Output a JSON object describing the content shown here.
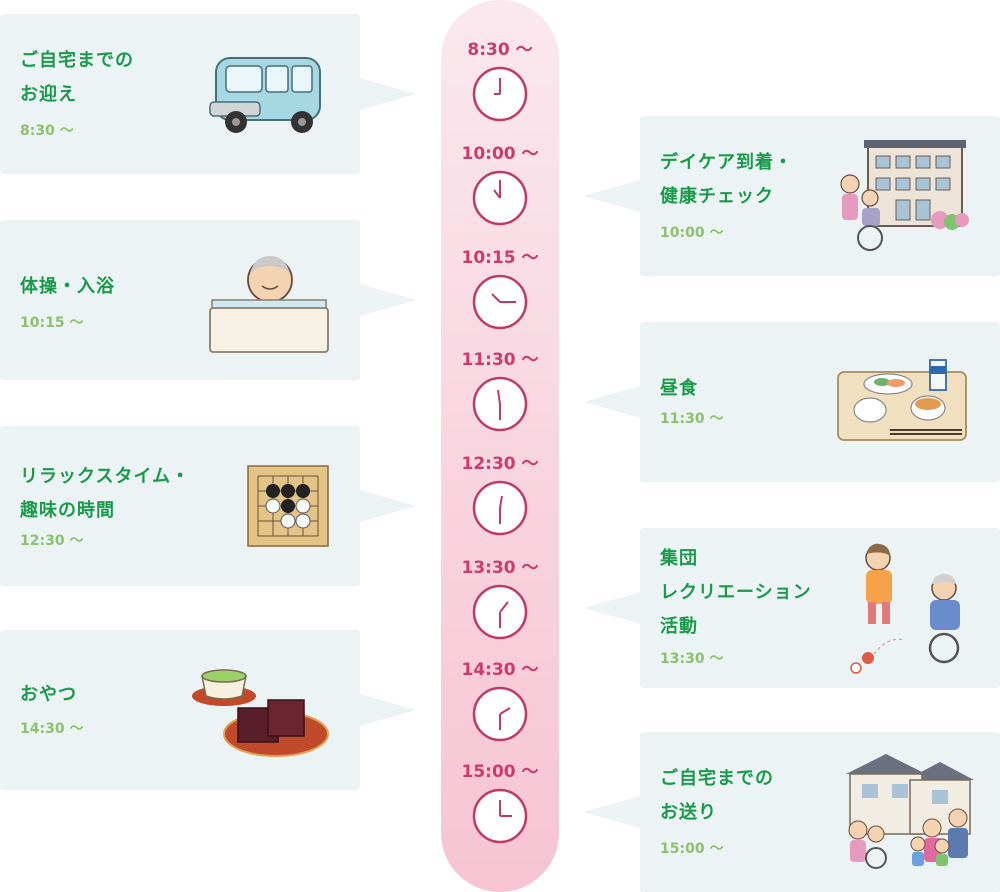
{
  "schedule": [
    {
      "title": "ご自宅までの\nお迎え",
      "time": "8:30 〜",
      "illustration": "van-icon"
    },
    {
      "title": "デイケア到着・\n健康チェック",
      "time": "10:00 〜",
      "illustration": "care-facility-icon"
    },
    {
      "title": "体操・入浴",
      "time": "10:15 〜",
      "illustration": "bath-icon"
    },
    {
      "title": "昼食",
      "time": "11:30 〜",
      "illustration": "lunch-tray-icon"
    },
    {
      "title": "リラックスタイム・\n趣味の時間",
      "time": "12:30 〜",
      "illustration": "go-board-icon"
    },
    {
      "title": "集団\nレクリエーション\n活動",
      "time": "13:30 〜",
      "illustration": "recreation-ball-icon"
    },
    {
      "title": "おやつ",
      "time": "14:30 〜",
      "illustration": "tea-and-sweets-icon"
    },
    {
      "title": "ご自宅までの\nお送り",
      "time": "15:00 〜",
      "illustration": "family-house-icon"
    }
  ],
  "timeline": {
    "labels": [
      "8:30 〜",
      "10:00 〜",
      "10:15 〜",
      "11:30 〜",
      "12:30 〜",
      "13:30 〜",
      "14:30 〜",
      "15:00 〜"
    ],
    "clock_icons": [
      "clock-icon",
      "clock-icon",
      "clock-icon",
      "clock-icon",
      "clock-icon",
      "clock-icon",
      "clock-icon",
      "clock-icon"
    ]
  },
  "colors": {
    "card_bg": "#ecf3f5",
    "title": "#1a9a4a",
    "time": "#8cc26d",
    "timeline_label": "#cc3c6a",
    "clock_stroke": "#c03a67",
    "timeline_top": "#fbe8ee",
    "timeline_bottom": "#f6c4d3"
  }
}
